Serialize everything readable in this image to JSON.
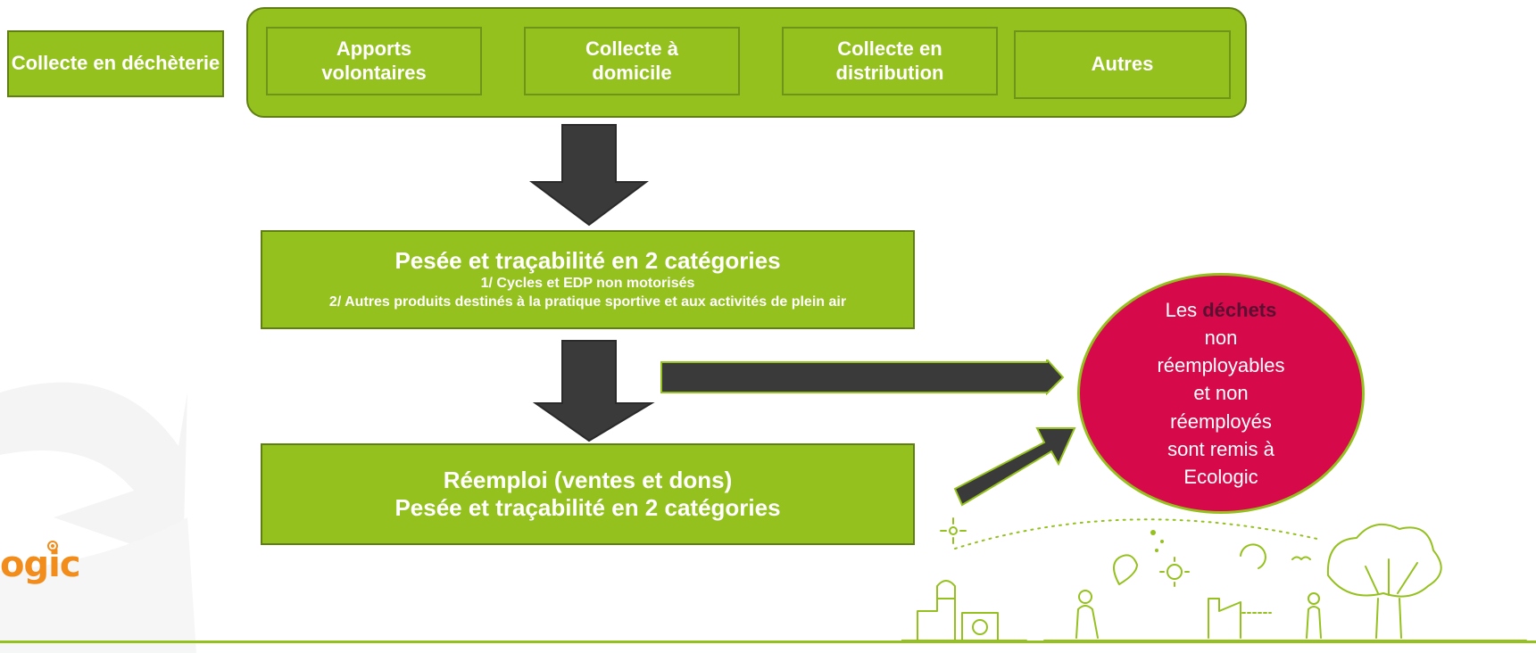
{
  "colors": {
    "green": "#95c11f",
    "arrow": "#3a3a3a",
    "circle": "#d6094b",
    "highlight": "#5a1030",
    "logo_orange": "#f28c1a",
    "footer_line": "#95c11f"
  },
  "collect": {
    "dechetterie": "Collecte en\ndéchèterie",
    "apports": "Apports\nvolontaires",
    "domicile": "Collecte à\ndomicile",
    "distribution": "Collecte en\ndistribution",
    "autres": "Autres"
  },
  "pesee": {
    "title": "Pesée et traçabilité en 2 catégories",
    "line1": "1/ Cycles et EDP non motorisés",
    "line2": "2/ Autres produits destinés à la pratique sportive et aux activités de plein air"
  },
  "reemploi": {
    "line1": "Réemploi (ventes et dons)",
    "line2": "Pesée et traçabilité en 2 catégories"
  },
  "circle": {
    "prefix": "Les ",
    "highlight": "déchets",
    "rest": "non réemployables et non réemployés sont remis à Ecologic"
  },
  "logo": {
    "text": "ogic"
  },
  "icons": [
    "sun-icon",
    "factory-icon",
    "person-icon",
    "location-pin-icon",
    "gear-icon",
    "recycle-icon",
    "tree-icon"
  ]
}
